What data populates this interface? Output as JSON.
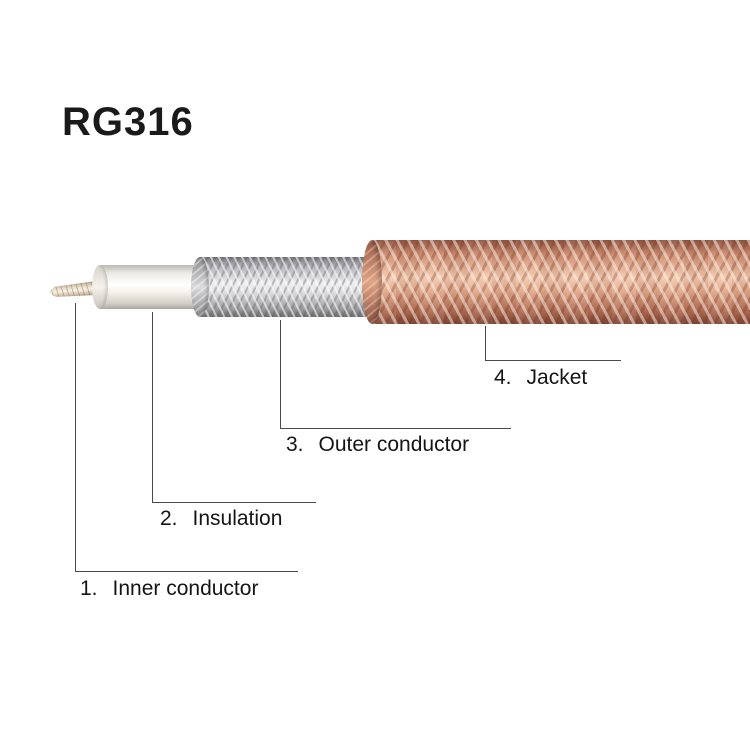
{
  "title": "RG316",
  "parts": [
    {
      "number": "1.",
      "label": "Inner conductor"
    },
    {
      "number": "2.",
      "label": "Insulation"
    },
    {
      "number": "3.",
      "label": "Outer conductor"
    },
    {
      "number": "4.",
      "label": "Jacket"
    }
  ],
  "colors": {
    "background": "#ffffff",
    "jacket_copper": "#d89a7e",
    "outer_conductor_silver": "#d9d9db",
    "insulation_white": "#f4f2ea",
    "inner_conductor_plated": "#e8decd",
    "callout_line": "#4a4a4a",
    "text": "#151515"
  }
}
